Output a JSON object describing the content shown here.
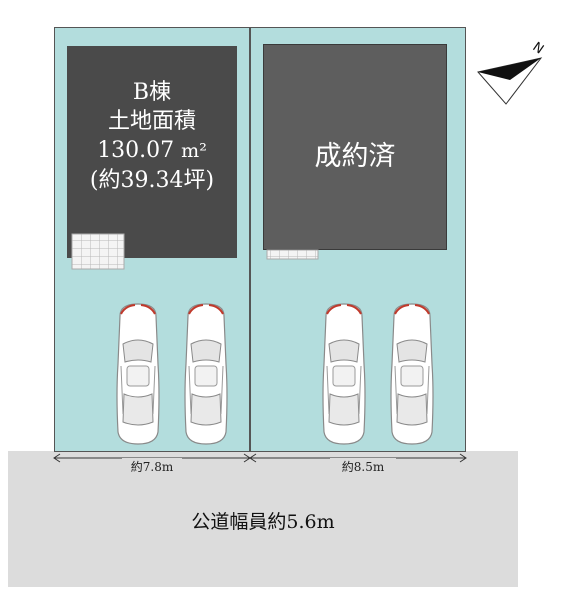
{
  "building_a": {
    "name": "B棟",
    "area_label": "土地面積",
    "area_value": "130.07",
    "area_unit": "m²",
    "tsubo": "(約39.34坪)"
  },
  "building_b": {
    "status": "成約済"
  },
  "dimensions": {
    "left_width": "約7.8m",
    "right_width": "約8.5m"
  },
  "road": {
    "label": "公道幅員約5.6m"
  },
  "compass": {
    "north": "N"
  },
  "colors": {
    "lot_fill": "#b3dddd",
    "building_a_fill": "#4a4a4a",
    "building_b_fill": "#5e5e5e",
    "road_fill": "#dcdcdc"
  }
}
